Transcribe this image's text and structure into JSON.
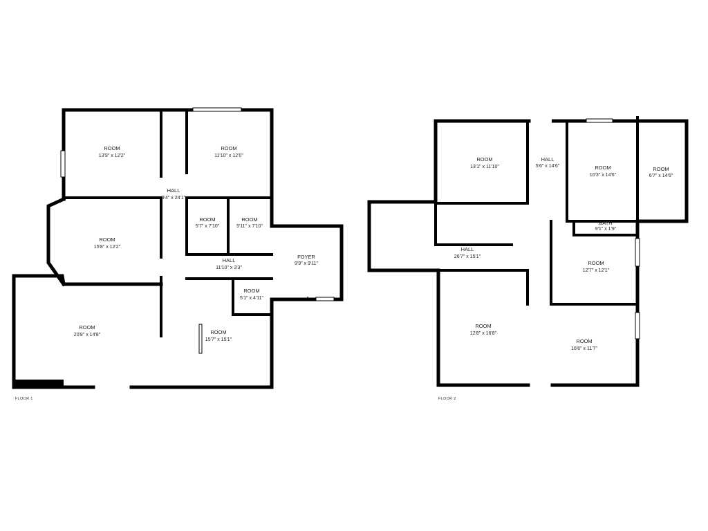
{
  "floors": [
    {
      "label": "FLOOR 1",
      "rooms": [
        {
          "name": "ROOM",
          "dims": "13'9\" x 12'2\""
        },
        {
          "name": "ROOM",
          "dims": "11'10\" x 12'0\""
        },
        {
          "name": "HALL",
          "dims": "9'4\" x 24'1\""
        },
        {
          "name": "ROOM",
          "dims": "5'7\" x 7'10\""
        },
        {
          "name": "ROOM",
          "dims": "5'11\" x 7'10\""
        },
        {
          "name": "ROOM",
          "dims": "15'8\" x 12'2\""
        },
        {
          "name": "HALL",
          "dims": "11'10\" x 3'3\""
        },
        {
          "name": "FOYER",
          "dims": "9'9\" x 9'11\""
        },
        {
          "name": "ROOM",
          "dims": "5'1\" x 4'11\""
        },
        {
          "name": "ROOM",
          "dims": "20'8\" x 14'8\""
        },
        {
          "name": "ROOM",
          "dims": "15'7\" x 15'1\""
        }
      ]
    },
    {
      "label": "FLOOR 2",
      "rooms": [
        {
          "name": "ROOM",
          "dims": "13'1\" x 11'10\""
        },
        {
          "name": "HALL",
          "dims": "5'6\" x 14'6\""
        },
        {
          "name": "ROOM",
          "dims": "10'3\" x 14'6\""
        },
        {
          "name": "ROOM",
          "dims": "6'7\" x 14'6\""
        },
        {
          "name": "BATH",
          "dims": "9'1\" x 1'9\""
        },
        {
          "name": "HALL",
          "dims": "26'7\" x 15'1\""
        },
        {
          "name": "ROOM",
          "dims": "12'7\" x 12'1\""
        },
        {
          "name": "ROOM",
          "dims": "12'8\" x 16'8\""
        },
        {
          "name": "ROOM",
          "dims": "16'6\" x 11'7\""
        }
      ]
    }
  ]
}
